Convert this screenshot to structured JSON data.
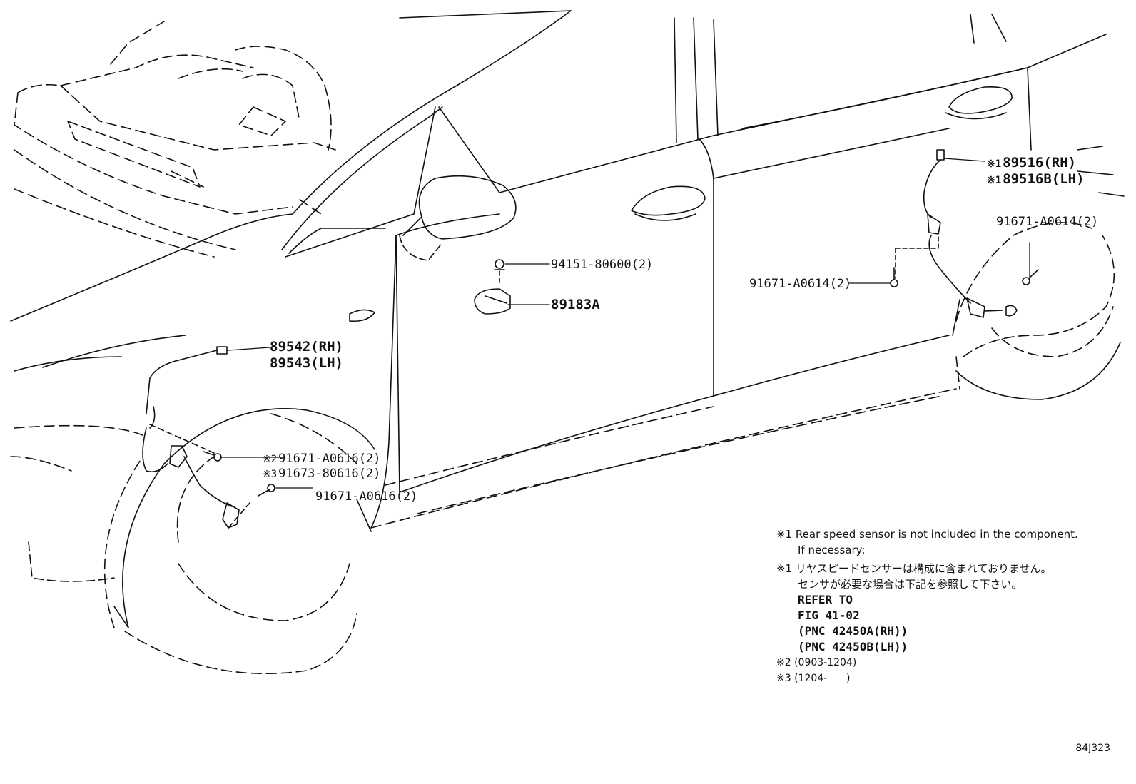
{
  "parts": {
    "rear_sensor_rh": "89516(RH)",
    "rear_sensor_lh": "89516B(LH)",
    "rear_sensor_mark_rh": "※1",
    "rear_sensor_mark_lh": "※1",
    "bolt_rear_upper": "91671-A0614(2)",
    "bolt_rear_lower": "91671-A0614(2)",
    "nut_sensor": "94151-80600(2)",
    "yaw_sensor": "89183A",
    "front_sensor_rh": "89542(RH)",
    "front_sensor_lh": "89543(LH)",
    "bolt_front_1": "91671-A0616(2)",
    "bolt_front_1_mark": "※2",
    "bolt_front_2": "91673-80616(2)",
    "bolt_front_2_mark": "※3",
    "bolt_front_3": "91671-A0616(2)"
  },
  "notes": {
    "note1_mark": "※1",
    "note1_en_line1": "Rear speed sensor is not included in the component.",
    "note1_en_line2": "If necessary:",
    "note1_jp_mark": "※1",
    "note1_jp_line1": "リヤスピードセンサーは構成に含まれておりません。",
    "note1_jp_line2": "センサが必要な場合は下記を参照して下さい。",
    "refer_line1": "REFER TO",
    "refer_line2": "FIG 41-02",
    "refer_line3": "(PNC 42450A(RH))",
    "refer_line4": "(PNC 42450B(LH))",
    "note2_mark": "※2",
    "note2_text": "(0903-1204)",
    "note3_mark": "※3",
    "note3_text": "(1204-      )"
  },
  "figure_id": "84J323",
  "colors": {
    "line": "#111111",
    "background": "#ffffff"
  }
}
